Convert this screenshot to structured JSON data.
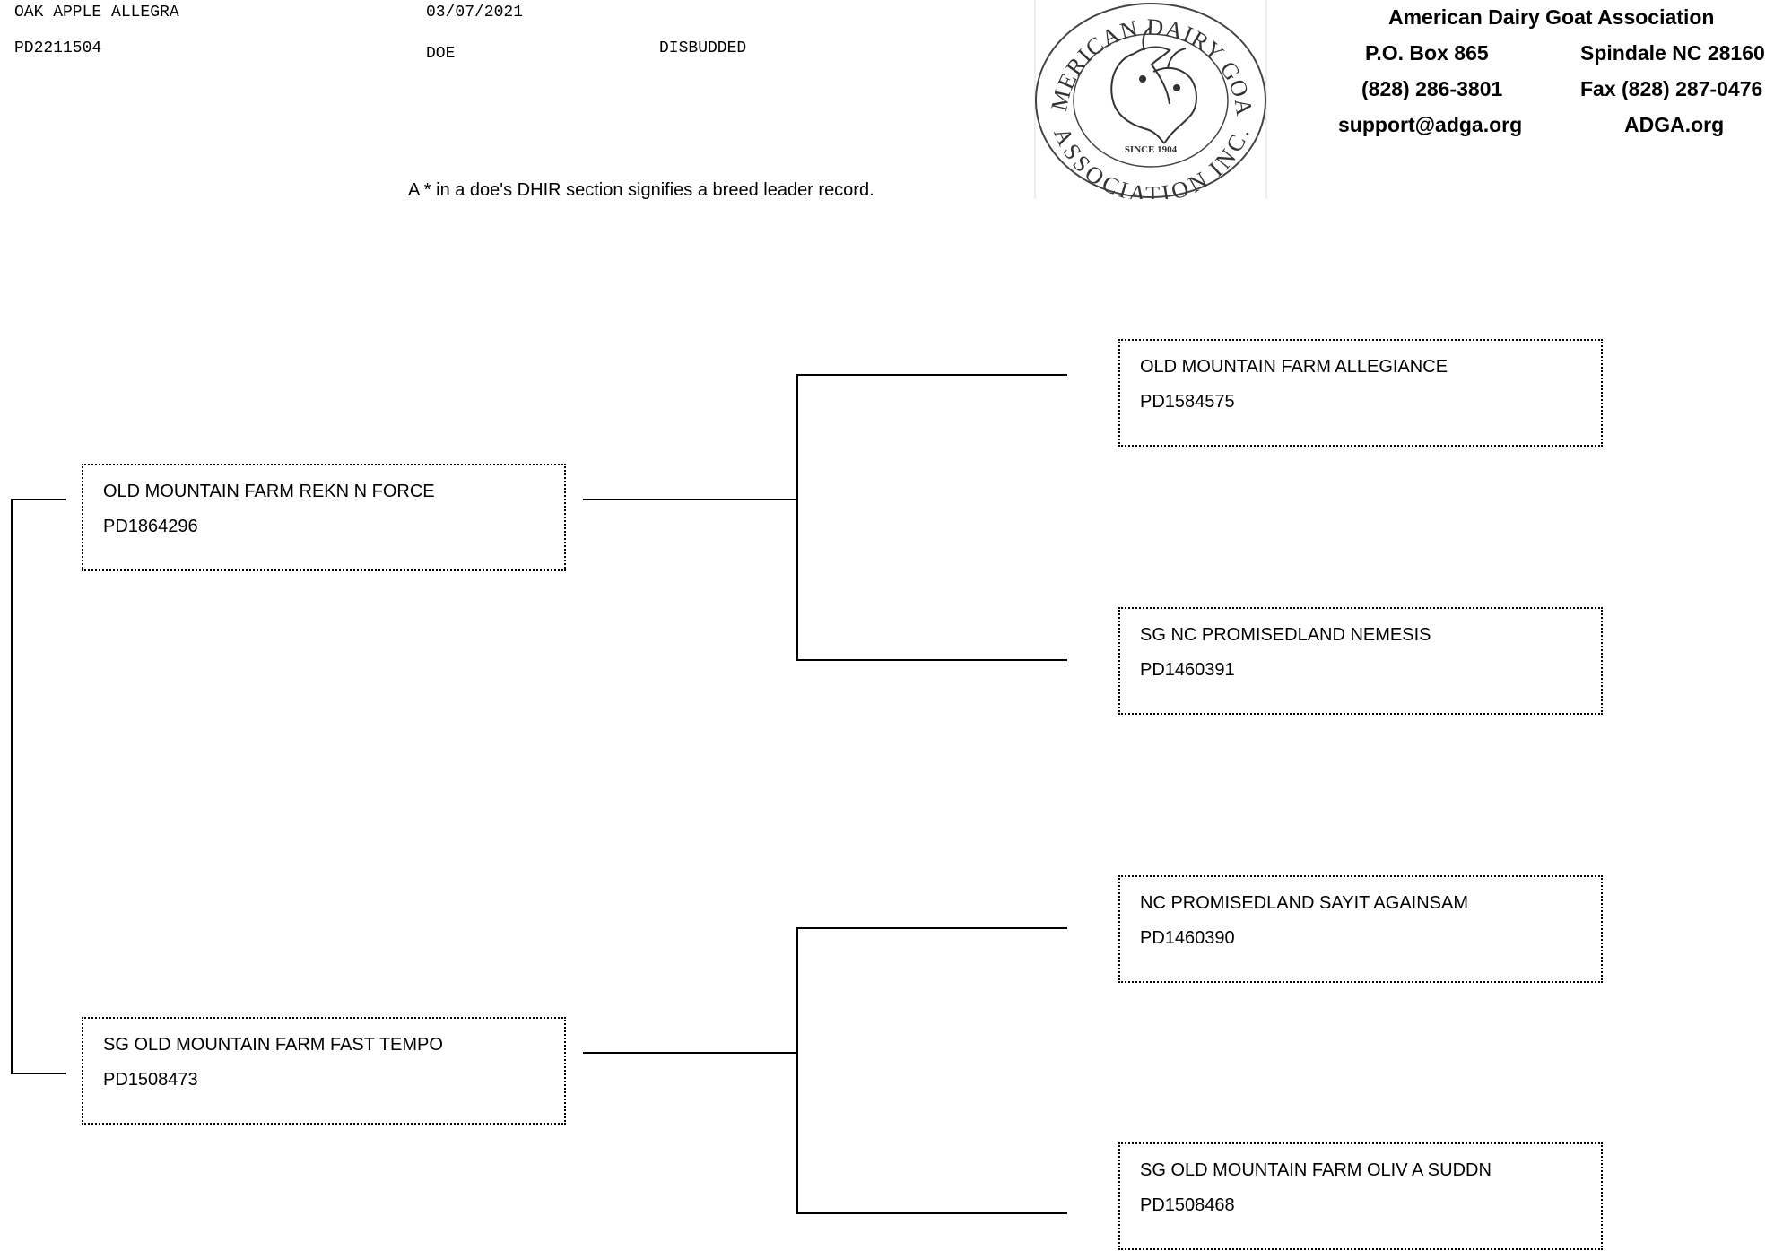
{
  "animal": {
    "name": "OAK APPLE ALLEGRA",
    "reg_no": "PD2211504",
    "birth_date": "03/07/2021",
    "sex": "DOE",
    "horn_status": "DISBUDDED"
  },
  "notice": "A * in a doe's DHIR section signifies a breed leader record.",
  "logo": {
    "ring_text_top": "AMERICAN DAIRY GOAT",
    "ring_text_bottom": "ASSOCIATION INC.",
    "since": "SINCE 1904"
  },
  "contact": {
    "org_name": "American Dairy Goat Association",
    "po_box": "P.O. Box 865",
    "city": "Spindale NC 28160",
    "phone": "(828) 286-3801",
    "fax": "Fax (828) 287-0476",
    "email": "support@adga.org",
    "website": "ADGA.org"
  },
  "pedigree": {
    "sire": {
      "name": "OLD MOUNTAIN FARM REKN N FORCE",
      "reg": "PD1864296"
    },
    "dam": {
      "name": "SG OLD MOUNTAIN FARM FAST TEMPO",
      "reg": "PD1508473"
    },
    "sire_sire": {
      "name": "OLD MOUNTAIN FARM ALLEGIANCE",
      "reg": "PD1584575"
    },
    "sire_dam": {
      "name": "SG NC PROMISEDLAND NEMESIS",
      "reg": "PD1460391"
    },
    "dam_sire": {
      "name": "NC PROMISEDLAND SAYIT AGAINSAM",
      "reg": "PD1460390"
    },
    "dam_dam": {
      "name": "SG OLD MOUNTAIN FARM OLIV A SUDDN",
      "reg": "PD1508468"
    }
  }
}
